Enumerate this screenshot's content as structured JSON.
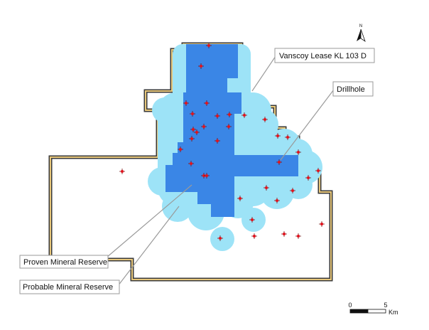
{
  "colors": {
    "lease_outer": "#3a3a3a",
    "lease_inner": "#e8c77a",
    "probable_fill": "#9de3f7",
    "proven_fill": "#3a86e6",
    "drillhole": "#e0141e",
    "leader": "#9a9a9a"
  },
  "north_arrow": {
    "label": "N",
    "icon": "north-arrow-icon"
  },
  "callouts": {
    "lease": "Vanscoy Lease KL 103 D",
    "drillhole": "Drillhole",
    "proven": "Proven Mineral Reserve",
    "probable": "Probable Mineral Reserve"
  },
  "scale_bar": {
    "start": "0",
    "end": "5",
    "unit": "Km"
  }
}
